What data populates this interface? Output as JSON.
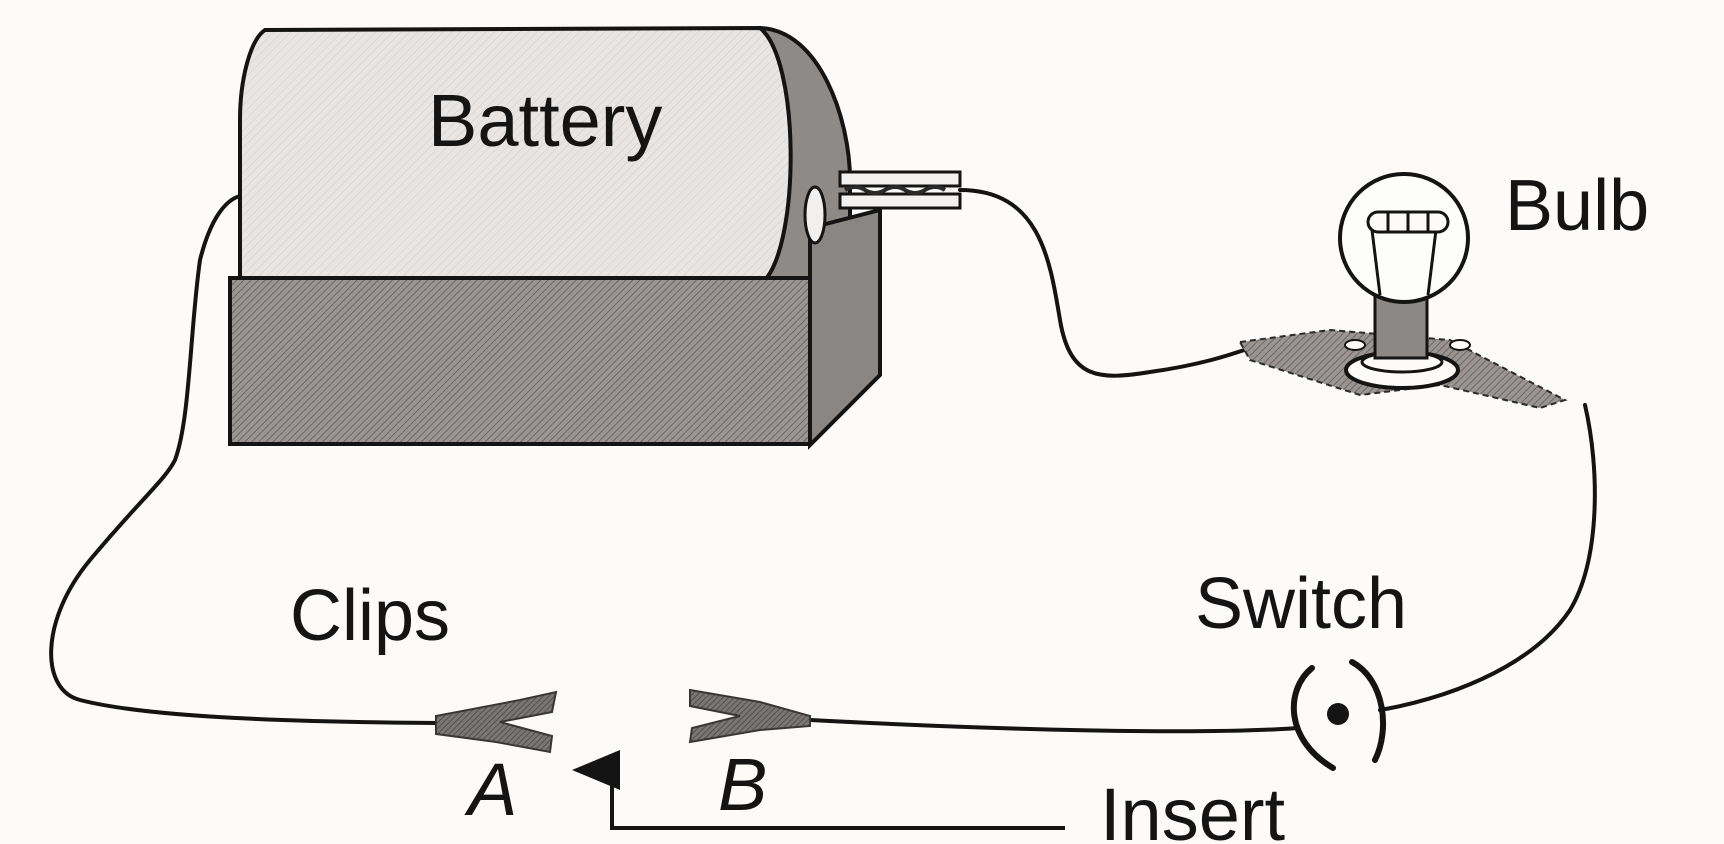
{
  "diagram": {
    "title": "Simple electric circuit with battery, bulb, switch and clips",
    "labels": {
      "battery": "Battery",
      "bulb": "Bulb",
      "switch": "Switch",
      "clips": "Clips",
      "clip_a": "A",
      "clip_b": "B",
      "insert": "Insert"
    },
    "components": [
      {
        "id": "battery",
        "name": "Battery"
      },
      {
        "id": "bulb",
        "name": "Bulb"
      },
      {
        "id": "switch",
        "name": "Switch"
      },
      {
        "id": "clip-a",
        "name": "A"
      },
      {
        "id": "clip-b",
        "name": "B"
      }
    ],
    "connections": [
      [
        "battery",
        "bulb"
      ],
      [
        "bulb",
        "switch"
      ],
      [
        "switch",
        "clip-b"
      ],
      [
        "clip-a",
        "battery"
      ]
    ],
    "colors": {
      "ink": "#141414",
      "battery_fill": "#9a9593",
      "battery_top": "#e6e4e2",
      "clip_fill": "#6e6a68",
      "background": "#fcfbfa"
    }
  }
}
